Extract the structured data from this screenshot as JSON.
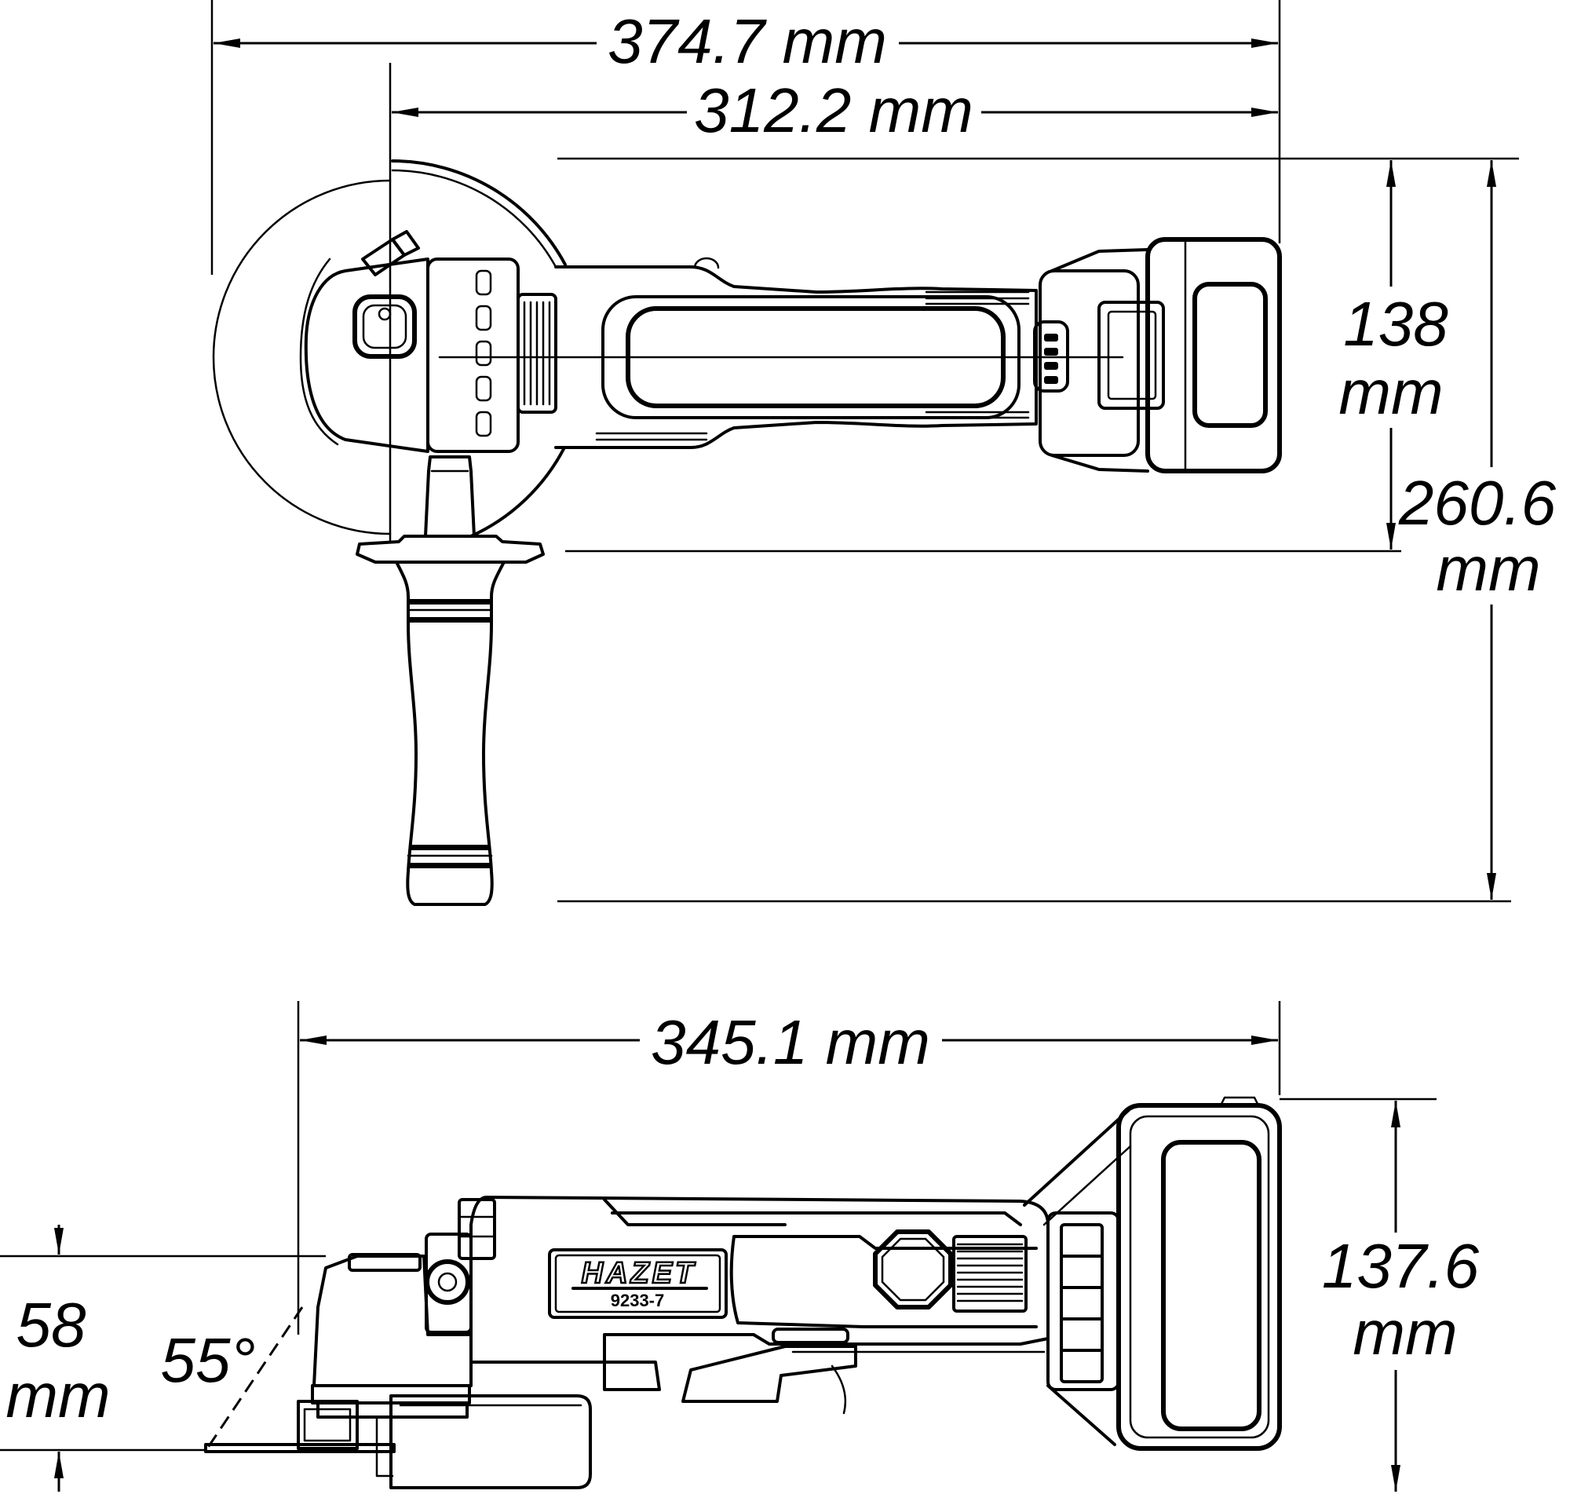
{
  "top_view": {
    "overall_length_label": "374.7 mm",
    "body_length_label": "312.2 mm",
    "body_width_value": "138",
    "body_width_unit": "mm",
    "overall_width_value": "260.6",
    "overall_width_unit": "mm"
  },
  "side_view": {
    "overall_length_label": "345.1 mm",
    "height_value": "137.6",
    "height_unit": "mm",
    "head_height_value": "58",
    "head_height_unit": "mm",
    "guard_angle_label": "55°"
  },
  "product_label": {
    "brand": "HAZET",
    "model": "9233-7"
  }
}
